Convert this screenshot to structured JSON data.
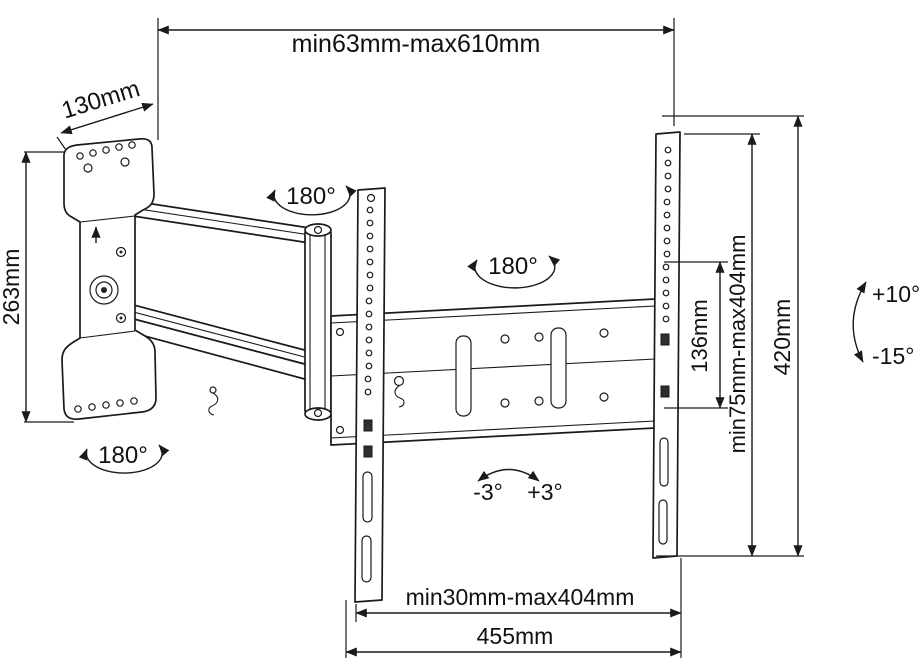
{
  "page": {
    "background": "#ffffff",
    "line_color": "#1a1a1a",
    "description": "Articulating TV wall-mount bracket dimension diagram"
  },
  "labels": {
    "extension_range": "min63mm-max610mm",
    "wall_plate_width": "130mm",
    "wall_plate_height": "263mm",
    "swivel_top": "180°",
    "swivel_mid": "180°",
    "swivel_bottom": "180°",
    "vesa_vertical": "136mm",
    "mount_height_range": "min75mm-max404mm",
    "rail_height": "420mm",
    "tilt_up": "+10°",
    "tilt_down": "-15°",
    "level_minus": "-3°",
    "level_plus": "+3°",
    "rail_width_range": "min30mm-max404mm",
    "bracket_width": "455mm"
  }
}
